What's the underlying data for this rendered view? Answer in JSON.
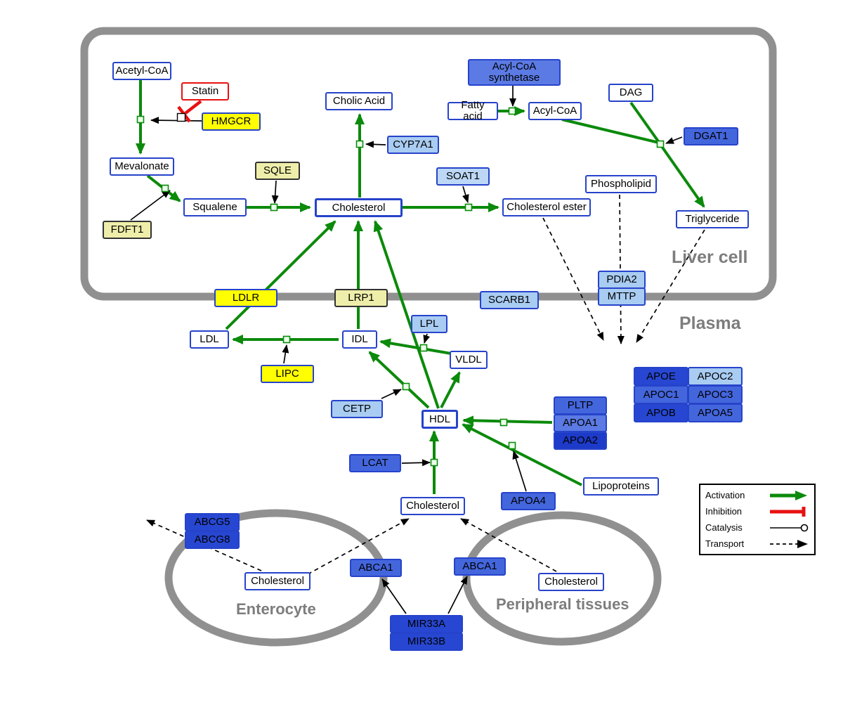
{
  "regions": {
    "liver": "Liver cell",
    "plasma": "Plasma",
    "enterocyte": "Enterocyte",
    "peripheral": "Peripheral tissues"
  },
  "nodes": {
    "acetyl_coa": "Acetyl-CoA",
    "statin": "Statin",
    "hmgcr": "HMGCR",
    "mevalonate": "Mevalonate",
    "sqle": "SQLE",
    "fdft1": "FDFT1",
    "squalene": "Squalene",
    "cholesterol_liver": "Cholesterol",
    "cholic_acid": "Cholic Acid",
    "cyp7a1": "CYP7A1",
    "soat1": "SOAT1",
    "cholesterol_ester": "Cholesterol ester",
    "acyl_coa_synthetase": "Acyl-CoA synthetase",
    "fatty_acid": "Fatty acid",
    "acyl_coa": "Acyl-CoA",
    "dag": "DAG",
    "dgat1": "DGAT1",
    "phospholipid": "Phospholipid",
    "triglyceride": "Triglyceride",
    "ldlr": "LDLR",
    "lrp1": "LRP1",
    "scarb1": "SCARB1",
    "pdia2": "PDIA2",
    "mttp": "MTTP",
    "ldl": "LDL",
    "idl": "IDL",
    "lpl": "LPL",
    "vldl": "VLDL",
    "lipc": "LIPC",
    "cetp": "CETP",
    "hdl": "HDL",
    "pltp": "PLTP",
    "apoa1": "APOA1",
    "apoa2": "APOA2",
    "lcat": "LCAT",
    "apoa4": "APOA4",
    "lipoproteins": "Lipoproteins",
    "apoe": "APOE",
    "apoc2": "APOC2",
    "apoc1": "APOC1",
    "apoc3": "APOC3",
    "apob": "APOB",
    "apoa5": "APOA5",
    "cholesterol_plasma": "Cholesterol",
    "abcg5": "ABCG5",
    "abcg8": "ABCG8",
    "cholesterol_enterocyte": "Cholesterol",
    "abca1_enterocyte": "ABCA1",
    "abca1_peripheral": "ABCA1",
    "cholesterol_peripheral": "Cholesterol",
    "mir33a": "MIR33A",
    "mir33b": "MIR33B"
  },
  "legend": {
    "activation": "Activation",
    "inhibition": "Inhibition",
    "catalysis": "Catalysis",
    "transport": "Transport"
  },
  "colors": {
    "activation_green": "#0b8a0b",
    "inhibition_red": "#e81111",
    "node_border_blue": "#2643cb",
    "gene_yellow": "#ffff00",
    "gene_khaki": "#eeeeaa",
    "gene_lightblue": "#a9ccf2",
    "gene_blue": "#4466dd",
    "gene_darkblue": "#2747d2",
    "membrane_gray": "#909090"
  }
}
